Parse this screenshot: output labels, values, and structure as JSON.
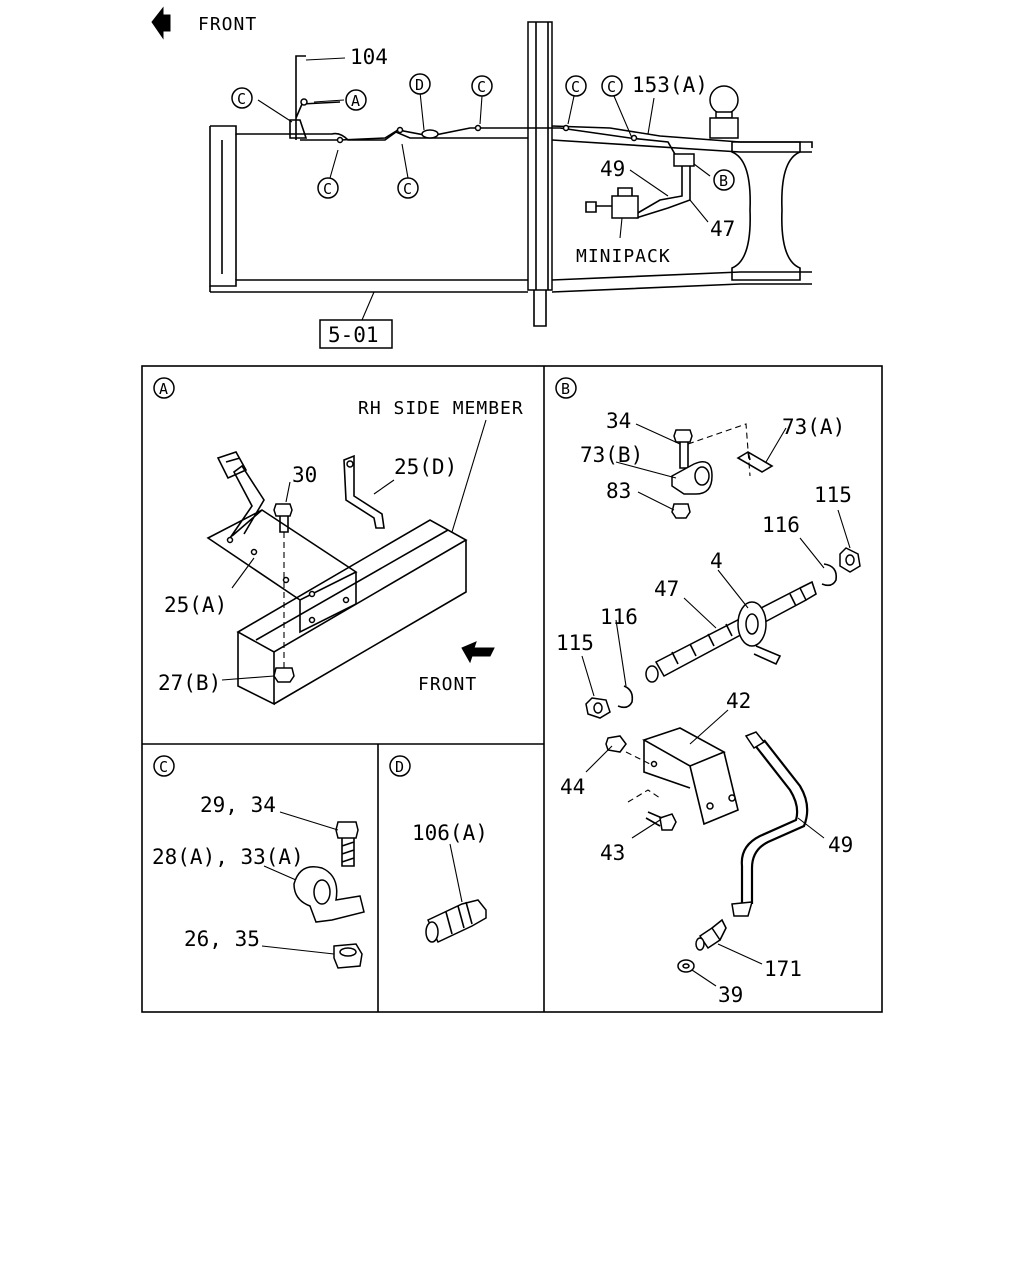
{
  "header": {
    "front_label": "FRONT"
  },
  "main_view": {
    "labels": {
      "p104": "104",
      "p153a": "153(A)",
      "p49": "49",
      "p47": "47",
      "minipack": "MINIPACK",
      "ref_box": "5-01"
    },
    "callouts": {
      "a": "A",
      "b": "B",
      "c": "C",
      "d": "D"
    }
  },
  "panel_a": {
    "title": "A",
    "labels": {
      "rh_side_member": "RH SIDE MEMBER",
      "p30": "30",
      "p25d": "25(D)",
      "p25a": "25(A)",
      "p27b": "27(B)",
      "front": "FRONT"
    }
  },
  "panel_b": {
    "title": "B",
    "labels": {
      "p34": "34",
      "p73a": "73(A)",
      "p73b": "73(B)",
      "p83": "83",
      "p115_top": "115",
      "p116_top": "116",
      "p4": "4",
      "p47": "47",
      "p116_bottom": "116",
      "p115_bottom": "115",
      "p42": "42",
      "p44": "44",
      "p43": "43",
      "p49": "49",
      "p171": "171",
      "p39": "39"
    }
  },
  "panel_c": {
    "title": "C",
    "labels": {
      "p29_34": "29, 34",
      "p28a_33a": "28(A), 33(A)",
      "p26_35": "26, 35"
    }
  },
  "panel_d": {
    "title": "D",
    "labels": {
      "p106a": "106(A)"
    }
  }
}
